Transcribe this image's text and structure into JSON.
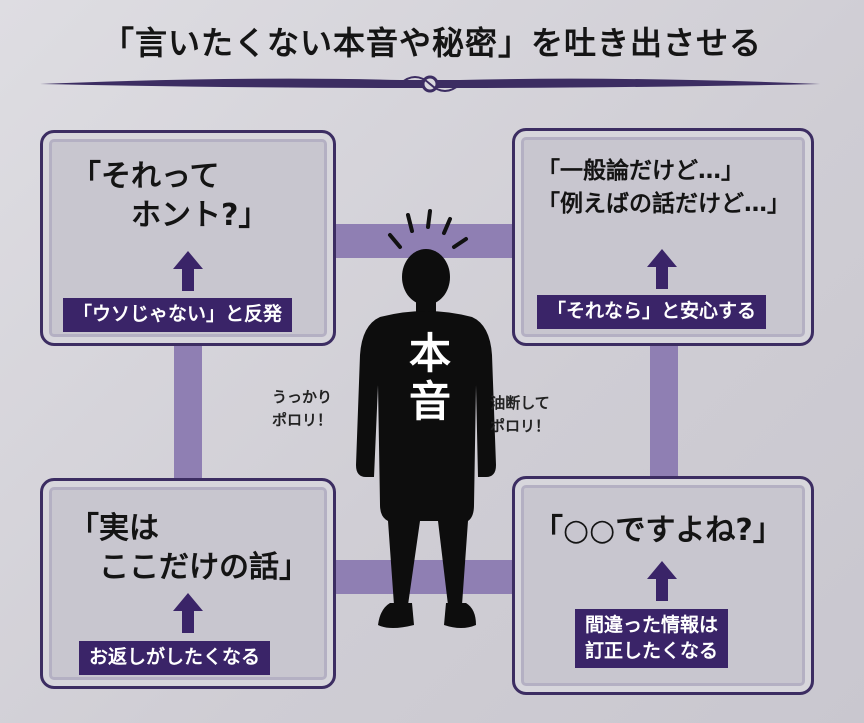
{
  "title": "「言いたくない本音や秘密」を吐き出させる",
  "center": {
    "figure_text": "本\n音"
  },
  "notes": {
    "left": "うっかり\nポロリ！",
    "right": "油断して\nポロリ！"
  },
  "panels": {
    "top_left": {
      "quote": "「それって\n　　ホント?」",
      "label": "「ウソじゃない」と反発"
    },
    "top_right": {
      "quote": "「一般論だけど…」\n「例えばの話だけど…」",
      "label": "「それなら」と安心する"
    },
    "bottom_left": {
      "quote": "「実は\n　ここだけの話」",
      "label": "お返しがしたくなる"
    },
    "bottom_right": {
      "quote": "「○○ですよね?」",
      "label": "間違った情報は\n訂正したくなる"
    }
  },
  "colors": {
    "accent": "#3a2468",
    "connector": "#8f7fb3",
    "panel": "#c8c6cf"
  }
}
